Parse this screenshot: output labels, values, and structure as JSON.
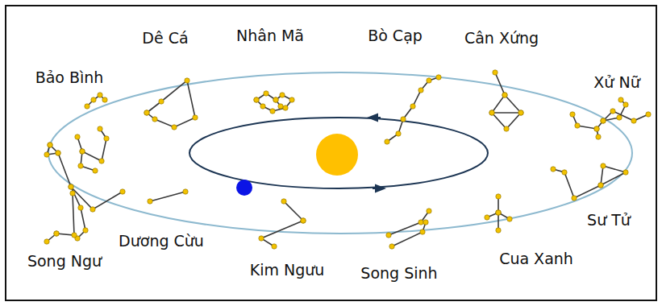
{
  "diagram": {
    "labels": [
      "Bảo Bình",
      "Dê Cá",
      "Nhân Mã",
      "Bò Cạp",
      "Cân Xứng",
      "Xử Nữ",
      "Song Ngư",
      "Dương Cừu",
      "Kim Ngưu",
      "Song Sinh",
      "Cua Xanh",
      "Sư Tử"
    ]
  }
}
